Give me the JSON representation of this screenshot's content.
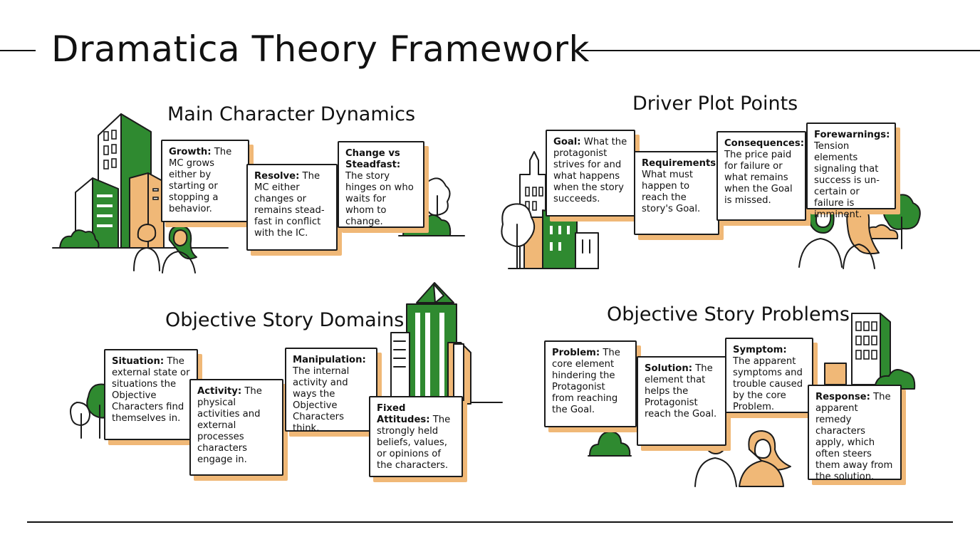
{
  "title": "Dramatica Theory Framework",
  "colors": {
    "accent_green": "#2f8a30",
    "accent_orange": "#f0b877",
    "ink": "#1b1b1b"
  },
  "sections": {
    "main_character": {
      "title": "Main Character Dynamics",
      "cards": [
        {
          "term": "Growth:",
          "text": "The MC grows either by starting or stopping a behavior."
        },
        {
          "term": "Resolve:",
          "text": "The MC either changes or remains stead-fast in conflict with the IC."
        },
        {
          "term": "Change vs Steadfast:",
          "text": "The story hinges on who waits for whom to change."
        }
      ]
    },
    "driver": {
      "title": "Driver Plot Points",
      "cards": [
        {
          "term": "Goal:",
          "text": "What the protagonist strives for and what happens when the story succeeds."
        },
        {
          "term": "Requirements:",
          "text": "What must happen to reach the story's Goal."
        },
        {
          "term": "Consequences:",
          "text": "The price paid for failure or what remains when the Goal is missed."
        },
        {
          "term": "Forewarnings:",
          "text": "Tension elements signaling that success is un-certain or failure is imminent."
        }
      ]
    },
    "domains": {
      "title": "Objective Story Domains",
      "cards": [
        {
          "term": "Situation:",
          "text": "The external state or situations the Objective Characters find themselves in."
        },
        {
          "term": "Activity:",
          "text": "The physical activities and external processes characters engage in."
        },
        {
          "term": "Manipulation:",
          "text": "The internal activity and ways the Objective Characters think."
        },
        {
          "term": "Fixed Attitudes:",
          "text": "The strongly held beliefs, values, or opinions of the characters."
        }
      ]
    },
    "problems": {
      "title": "Objective Story Problems",
      "cards": [
        {
          "term": "Problem:",
          "text": "The core element hindering the Protagonist from reaching the Goal."
        },
        {
          "term": "Solution:",
          "text": "The element that helps the Protagonist reach the Goal."
        },
        {
          "term": "Symptom:",
          "text": "The apparent symptoms and trouble caused by the core Problem."
        },
        {
          "term": "Response:",
          "text": "The apparent remedy characters apply, which often steers them away from the solution."
        }
      ]
    }
  },
  "icons": [
    "building-icon",
    "tree-icon",
    "bush-icon",
    "person-icon"
  ]
}
